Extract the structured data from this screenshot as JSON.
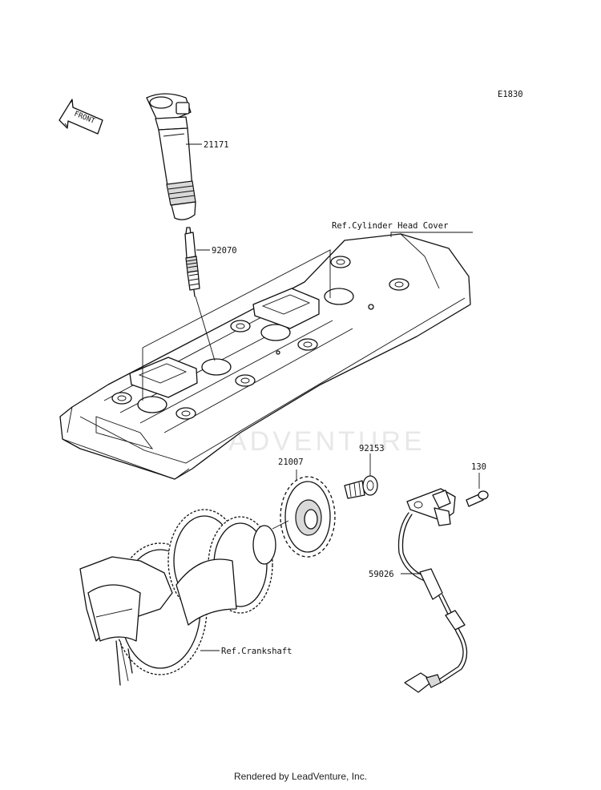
{
  "diagram_code": "E1830",
  "direction_arrow": "FRONT",
  "watermark": "ADVENTURE",
  "callouts": [
    {
      "id": "21171",
      "label": "21171"
    },
    {
      "id": "92070",
      "label": "92070"
    },
    {
      "id": "ref-cylinder-head-cover",
      "label": "Ref.Cylinder Head Cover"
    },
    {
      "id": "21007",
      "label": "21007"
    },
    {
      "id": "92153",
      "label": "92153"
    },
    {
      "id": "130",
      "label": "130"
    },
    {
      "id": "59026",
      "label": "59026"
    },
    {
      "id": "ref-crankshaft",
      "label": "Ref.Crankshaft"
    }
  ],
  "footer": "Rendered by LeadVenture, Inc."
}
